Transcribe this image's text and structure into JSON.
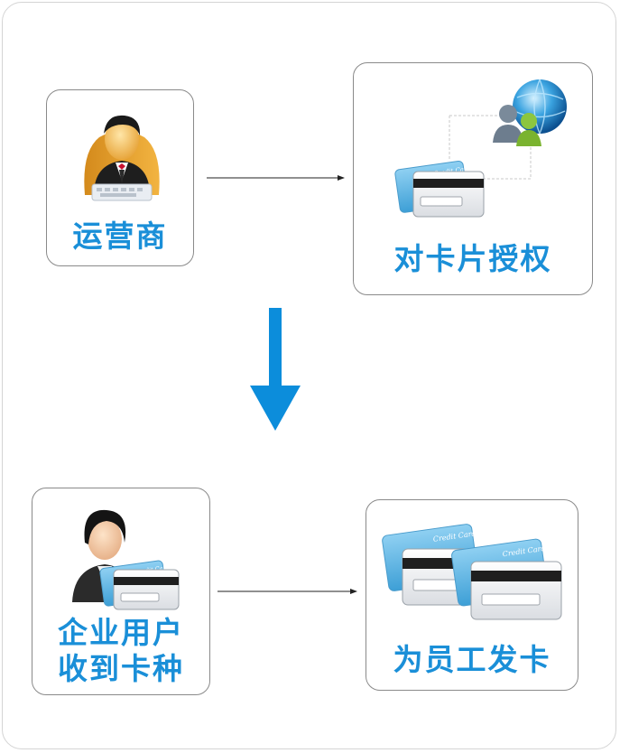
{
  "nodes": {
    "operator": {
      "label": "运营商",
      "icon": "operator-person-icon"
    },
    "authorize": {
      "label": "对卡片授权",
      "icon": "card-network-icon"
    },
    "enterprise": {
      "label_line1": "企业用户",
      "label_line2": "收到卡种",
      "icon": "enterprise-user-card-icon"
    },
    "issue": {
      "label": "为员工发卡",
      "icon": "multiple-cards-icon"
    }
  },
  "cards": {
    "text": "Credit Card"
  },
  "colors": {
    "accent": "#1a8fd8",
    "arrow": "#0c8ddb",
    "card": "#5fb6e6"
  }
}
